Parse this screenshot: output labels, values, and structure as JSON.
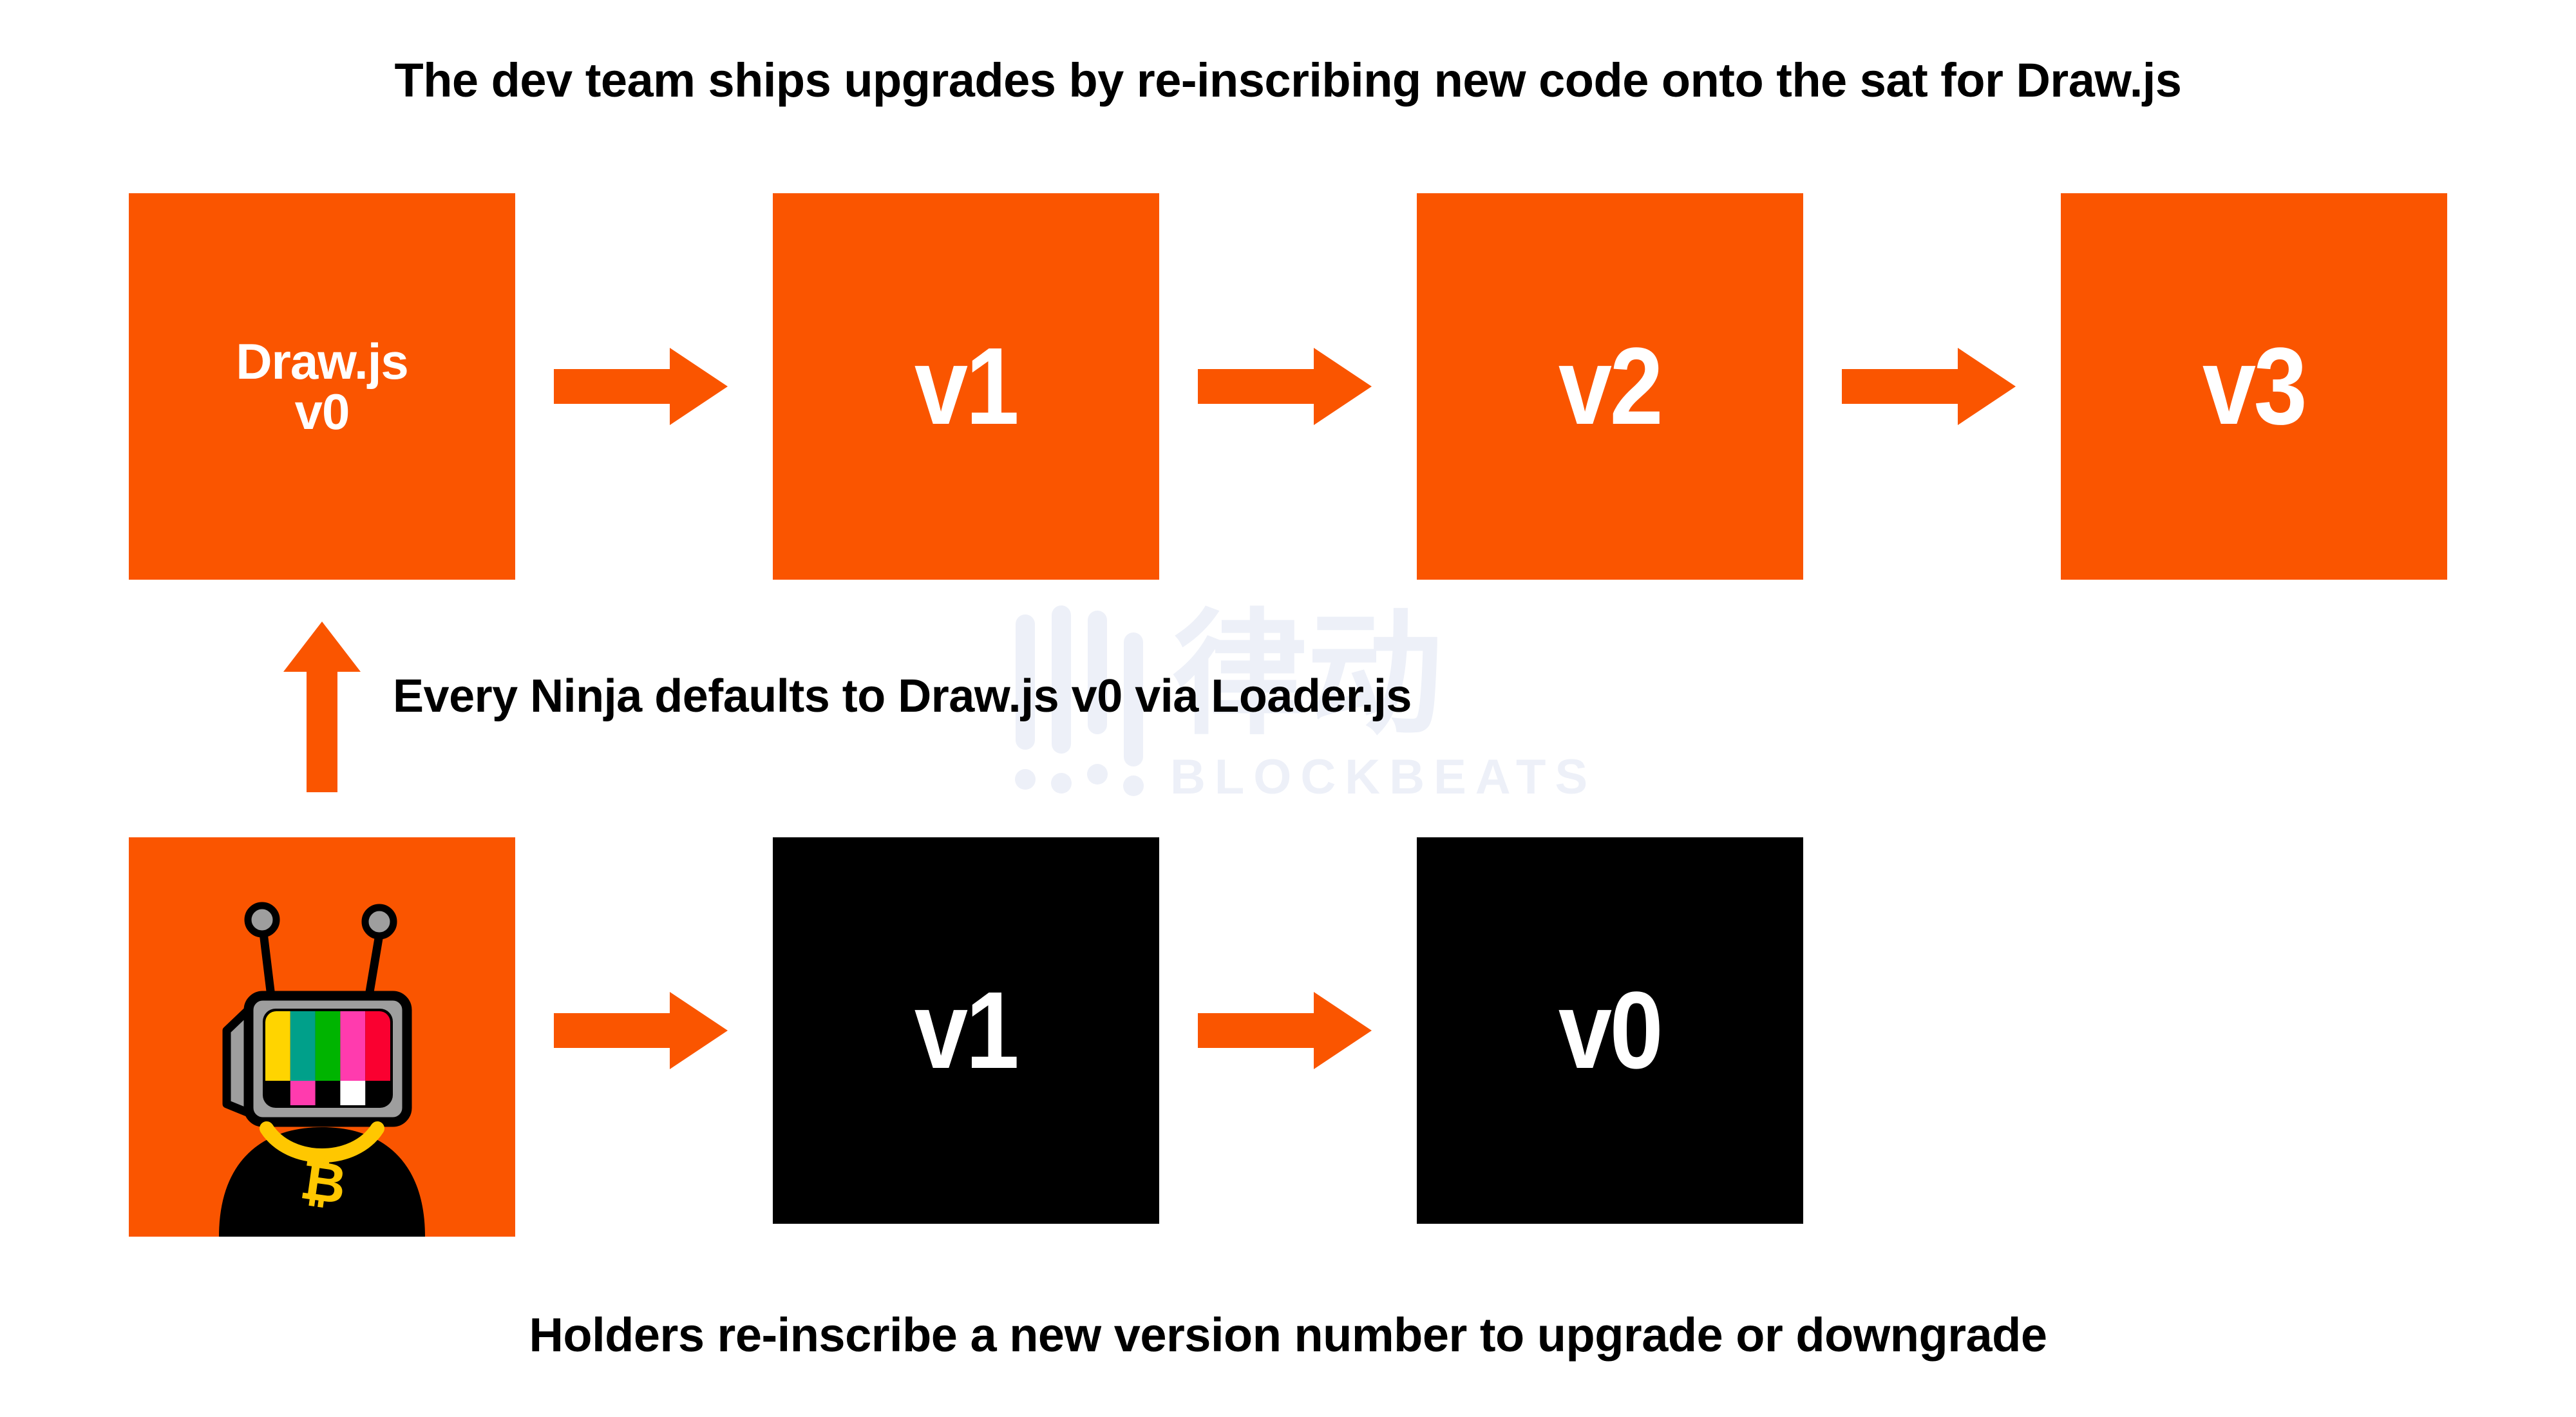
{
  "diagram": {
    "title_top": "The dev team ships upgrades by re-inscribing new code onto the sat for Draw.js",
    "caption_bottom": "Holders re-inscribe a new version number to upgrade or downgrade",
    "caption_middle": "Every Ninja defaults to Draw.js v0 via Loader.js",
    "colors": {
      "orange": "#FA5500",
      "black": "#000000",
      "white": "#FFFFFF",
      "watermark": "#EDF0F8",
      "gold": "#FFC700",
      "tv_gray": "#9E9E9E",
      "bar_yellow": "#FFD400",
      "bar_teal": "#00A08A",
      "bar_green": "#00B400",
      "bar_pink": "#FF3BAE",
      "bar_red": "#FA0030"
    },
    "dev_row": {
      "boxes": [
        {
          "line1": "Draw.js",
          "line2": "v0",
          "style": "orange",
          "size": "small"
        },
        {
          "line1": "v1",
          "line2": "",
          "style": "orange",
          "size": "large"
        },
        {
          "line1": "v2",
          "line2": "",
          "style": "orange",
          "size": "large"
        },
        {
          "line1": "v3",
          "line2": "",
          "style": "orange",
          "size": "large"
        }
      ],
      "arrows": 3
    },
    "holder_row": {
      "boxes": [
        {
          "line1": "",
          "line2": "",
          "style": "avatar",
          "size": "large"
        },
        {
          "line1": "v1",
          "line2": "",
          "style": "black",
          "size": "large"
        },
        {
          "line1": "v0",
          "line2": "",
          "style": "black",
          "size": "large"
        }
      ],
      "arrows": 2
    },
    "watermark": {
      "cn_text": "律动",
      "en_text": "BLOCKBEATS"
    }
  }
}
